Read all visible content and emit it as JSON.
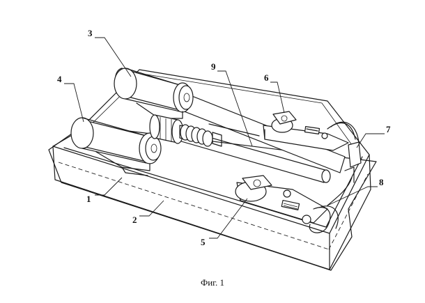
{
  "caption": "Фиг. 1",
  "callouts": {
    "c1": "1",
    "c2": "2",
    "c3": "3",
    "c4": "4",
    "c5": "5",
    "c6": "6",
    "c7": "7",
    "c8": "8",
    "c9": "9"
  }
}
